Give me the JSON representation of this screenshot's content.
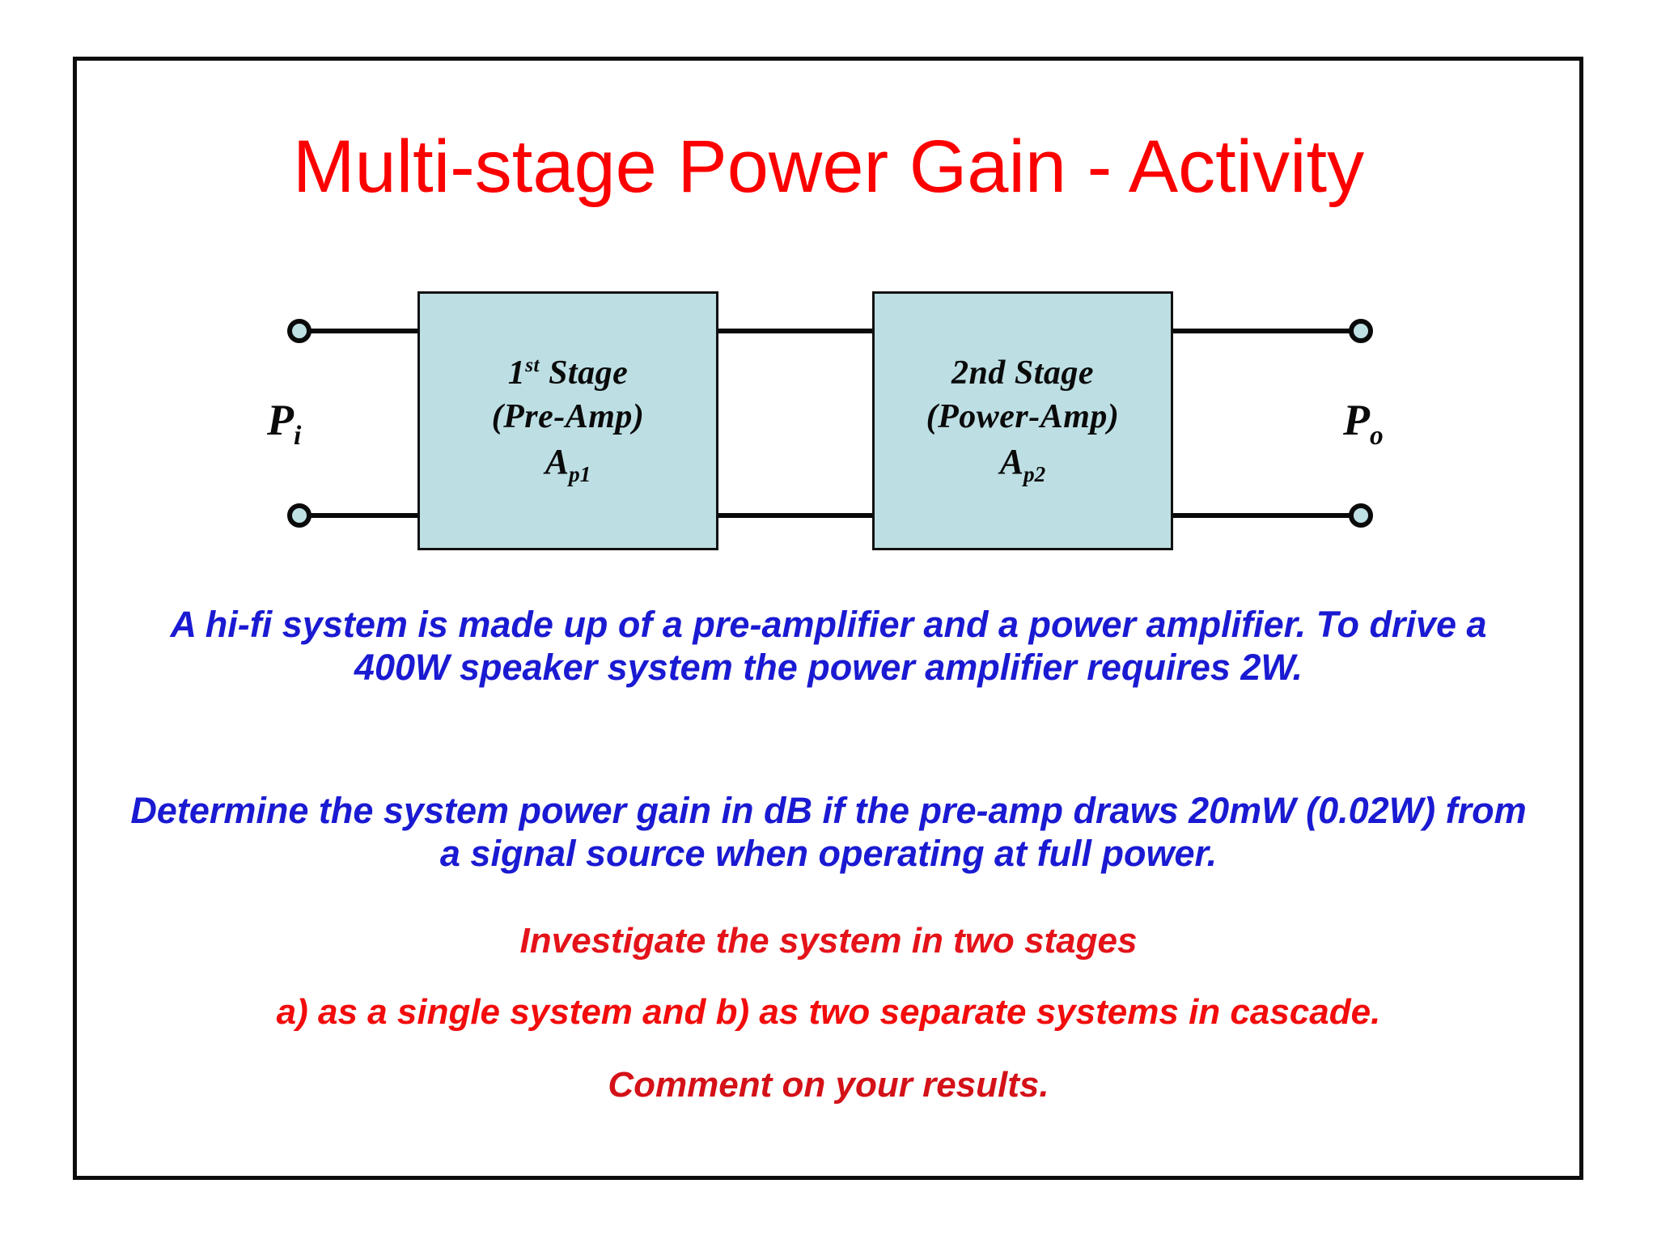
{
  "slide": {
    "title": "Multi-stage Power Gain - Activity",
    "title_color": "#fc0000",
    "background": "#ffffff",
    "frame_color": "#0d0d0d"
  },
  "diagram": {
    "block_fill": "#bddfe4",
    "block_border": "#111111",
    "wire_color": "#0a0a0a",
    "input_label": "P",
    "input_sub": "i",
    "output_label": "P",
    "output_sub": "o",
    "blocks": [
      {
        "id": "stage-1",
        "line1_main": "1",
        "line1_sup": "st",
        "line1_rest": " Stage",
        "line2": "(Pre-Amp)",
        "gain_symbol": "A",
        "gain_sub": "p1"
      },
      {
        "id": "stage-2",
        "line1_main": "2nd",
        "line1_sup": "",
        "line1_rest": " Stage",
        "line2": "(Power-Amp)",
        "gain_symbol": "A",
        "gain_sub": "p2"
      }
    ]
  },
  "body": {
    "problem_statement": "A hi-fi system is made up of a pre-amplifier and a power amplifier. To drive a 400W speaker system the power amplifier requires 2W.",
    "question": "Determine the system power gain in dB if the pre-amp draws 20mW (0.02W) from a signal source when operating at full power.",
    "instruction_investigate": "Investigate the system in two stages",
    "instruction_parts": "a) as a single system and b) as two separate systems in cascade.",
    "instruction_comment": "Comment on your results.",
    "blue_color": "#1a1ad2",
    "red_color": "#e4131a"
  }
}
